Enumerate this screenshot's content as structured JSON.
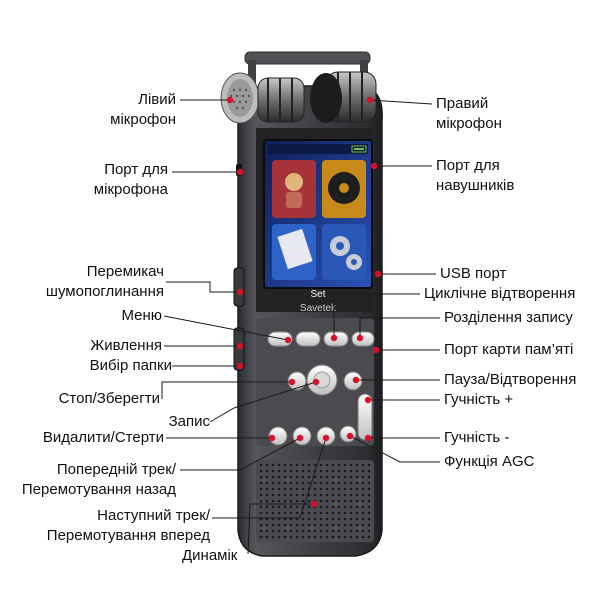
{
  "labels": {
    "left_mic": [
      "Лівий",
      "мікрофон"
    ],
    "right_mic": [
      "Правий",
      "мікрофон"
    ],
    "mic_port": [
      "Порт для",
      "мікрофона"
    ],
    "headphone_port": [
      "Порт для",
      "навушників"
    ],
    "noise_switch": [
      "Перемикач",
      "шумопоглинання"
    ],
    "usb_port": "USB порт",
    "loop_play": "Циклічне відтворення",
    "menu": "Меню",
    "split_record": "Розділення запису",
    "power": "Живлення",
    "folder_select": "Вибір папки",
    "memory_card_port": "Порт карти пам’яті",
    "pause_play": "Пауза/Відтворення",
    "stop_save": "Стоп/Зберегти",
    "volume_up": "Гучність +",
    "record": "Запис",
    "delete_erase": "Видалити/Стерти",
    "volume_down": "Гучність -",
    "prev_track": [
      "Попередній трек/",
      "Перемотування назад"
    ],
    "agc": "Функція AGC",
    "next_track": [
      "Наступний трек/",
      "Перемотування вперед"
    ],
    "speaker": "Динамік"
  },
  "device": {
    "brand": "Savetek",
    "screen_softkey": "Set"
  },
  "colors": {
    "callout": "#d8102a",
    "body": "#3a3b3f",
    "screen_bg": "#1b3a8a"
  }
}
